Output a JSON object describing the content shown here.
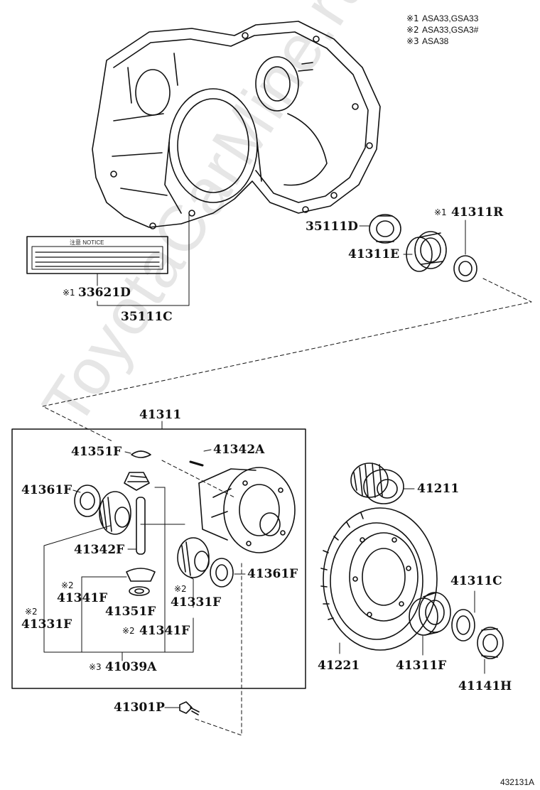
{
  "watermark": "ToyotaCarMine.ru",
  "notes": [
    {
      "mark": "※1",
      "text": "ASA33,GSA33"
    },
    {
      "mark": "※2",
      "text": "ASA33,GSA3#"
    },
    {
      "mark": "※3",
      "text": "ASA38"
    }
  ],
  "notice_label": {
    "title": "注意  NOTICE"
  },
  "parts": {
    "p35111D": "35111D",
    "p41311R": "41311R",
    "p41311R_mark": "※1",
    "p41311E": "41311E",
    "p33621D": "33621D",
    "p33621D_mark": "※1",
    "p35111C": "35111C",
    "p41311": "41311",
    "p41351F_top": "41351F",
    "p41342A": "41342A",
    "p41361F_left": "41361F",
    "p41342F": "41342F",
    "p41341F_left_mark": "※2",
    "p41341F_left": "41341F",
    "p41351F_bottom": "41351F",
    "p41331F_left_mark": "※2",
    "p41331F_left": "41331F",
    "p41331F_mid_mark": "※2",
    "p41331F_mid": "41331F",
    "p41341F_mid_mark": "※2",
    "p41341F_mid": "41341F",
    "p41039A_mark": "※3",
    "p41039A": "41039A",
    "p41361F_right": "41361F",
    "p41211": "41211",
    "p41311C": "41311C",
    "p41221": "41221",
    "p41311F": "41311F",
    "p41141H": "41141H",
    "p41301P": "41301P"
  },
  "figure_number": "432131A"
}
